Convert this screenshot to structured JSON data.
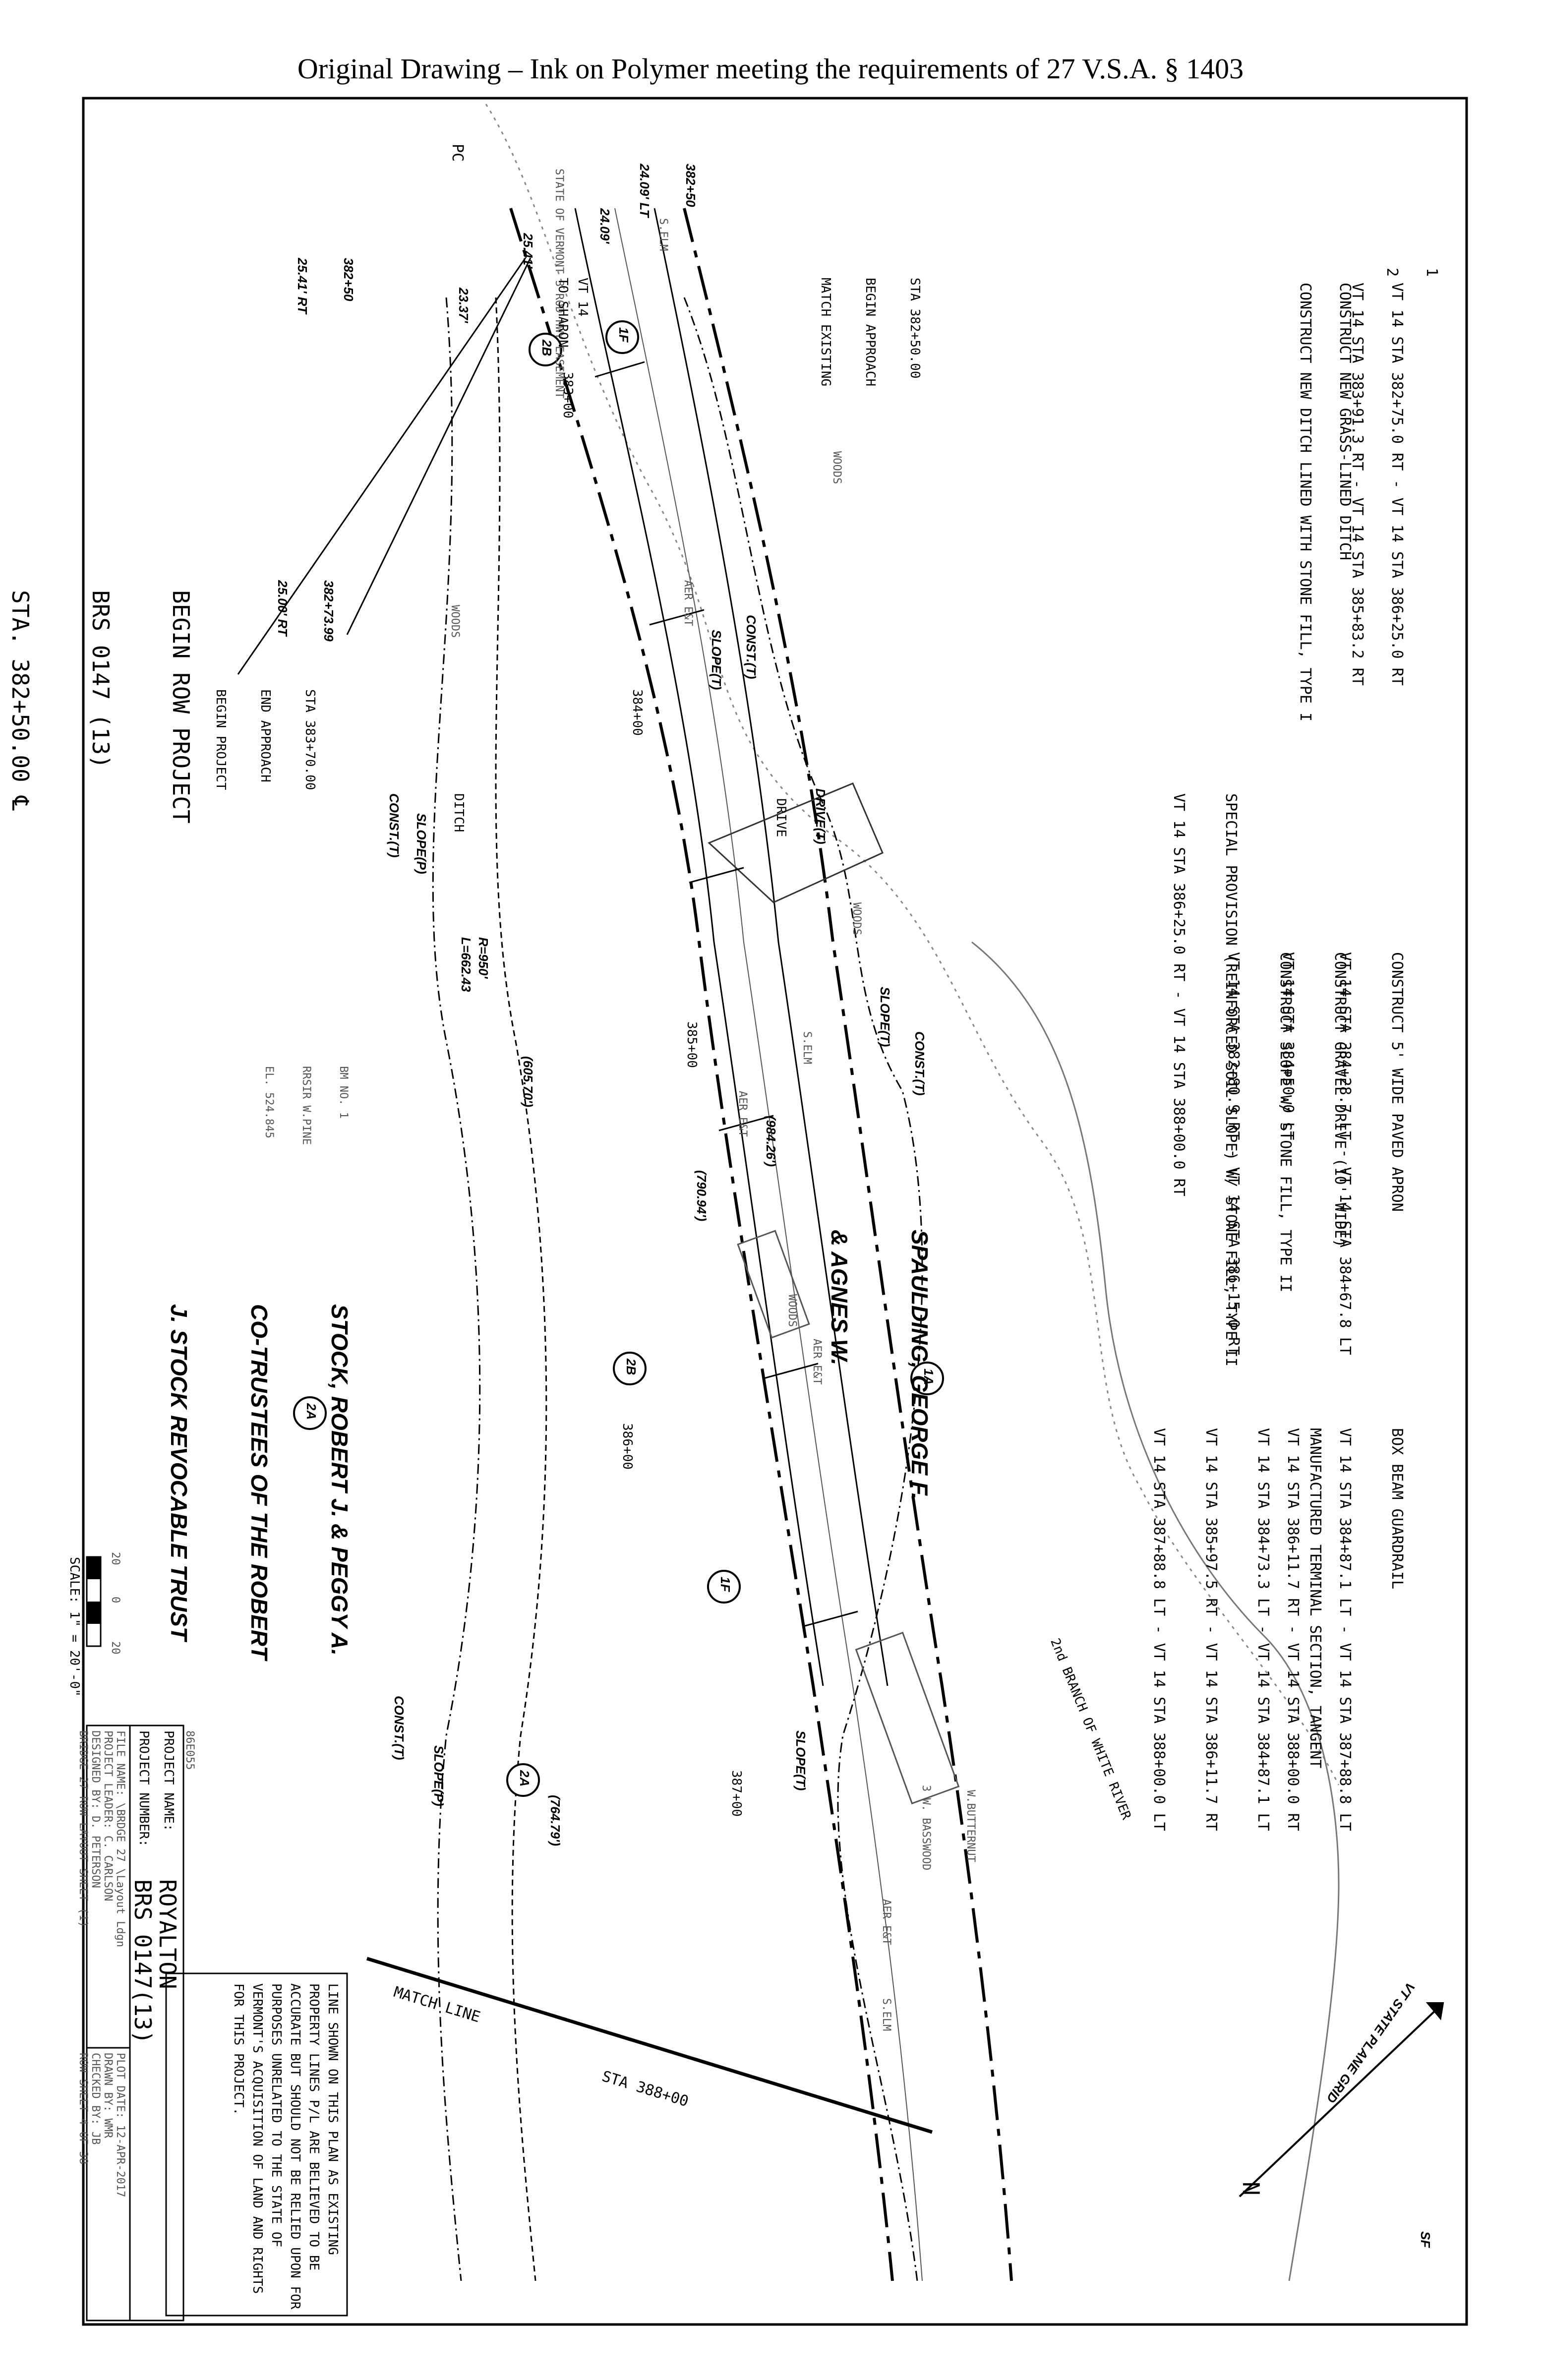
{
  "header": "Original Drawing – Ink on Polymer meeting the requirements of 27 V.S.A. § 1403",
  "notes": {
    "n1_line1": "VT 14 STA 382+75.0 RT - VT 14 STA 386+25.0 RT",
    "n1_line2": "CONSTRUCT NEW GRASS-LINED DITCH",
    "n2_line1": "VT 14 STA 383+91.3 RT - VT 14 STA 385+83.2 RT",
    "n2_line2": "CONSTRUCT NEW DITCH LINED WITH STONE FILL, TYPE I",
    "n1_marker": "1",
    "n2_marker": "2",
    "apron_title": "CONSTRUCT 5' WIDE PAVED APRON",
    "apron_sta": "VT 14 STA 384+28.7 LT - VT 14 STA 384+67.8 LT",
    "gravel_title": "CONSTRUCT GRAVEL DRIVE (10' WIDE)",
    "gravel_sta": "VT 14 STA 384+50.0 LT",
    "slope_title": "CONSTRUCT SLOPE W/ STONE FILL, TYPE II",
    "slope_sta": "VT 14 STA 382+80.9 RT - VT 14 STA 386+15.0 RT",
    "special_title": "SPECIAL PROVISION (REINFORCED SOIL SLOPE) W/ STONE FILL, TYPE II",
    "special_sta": "VT 14 STA 386+25.0 RT - VT 14 STA 388+00.0 RT",
    "guardrail_title": "BOX BEAM GUARDRAIL",
    "guardrail_sta1": "VT 14 STA 384+87.1 LT - VT 14 STA 387+88.8 LT",
    "guardrail_sta2": "VT 14 STA 386+11.7 RT - VT 14 STA 388+00.0 RT",
    "terminal_title": "MANUFACTURED TERMINAL SECTION, TANGENT",
    "terminal_sta1": "VT 14 STA 384+73.3 LT - VT 14 STA 384+87.1 LT",
    "terminal_sta2": "VT 14 STA 385+97.5 RT - VT 14 STA 386+11.7 RT",
    "terminal_sta3": "VT 14 STA 387+88.8 LT - VT 14 STA 388+00.0 LT"
  },
  "map_labels": {
    "sta_382_50": "STA 382+50.00",
    "begin_approach": "BEGIN APPROACH",
    "match_existing": "MATCH EXISTING",
    "sta_383_70": "STA 383+70.00",
    "end_approach": "END APPROACH",
    "begin_project": "BEGIN PROJECT",
    "begin_row_1": "BEGIN ROW PROJECT",
    "begin_row_2": "BRS 0147 (13)",
    "begin_row_3": "STA. 382+50.00 ℄",
    "pt_382_50_lt": "382+50",
    "pt_382_50_lt_off": "24.09' LT",
    "pt_382_50_rt": "382+50",
    "pt_382_50_rt_off": "25.41' RT",
    "pt_382_73": "382+73.99",
    "pt_382_73_off": "25.00' RT",
    "dim_24_09": "24.09'",
    "dim_25_41": "25.41'",
    "dim_23_37": "23.37'",
    "easement": "STATE OF VERMONT 3 ROD HWY EASEMENT",
    "pc": "PC",
    "vt14": "VT 14",
    "to_sharon": "TO SHARON",
    "sta383": "383+00",
    "sta384": "384+00",
    "sta385": "385+00",
    "sta386": "386+00",
    "sta387": "387+00",
    "sta388": "STA 388+00",
    "match_line": "MATCH LINE",
    "curve_r": "R=950'",
    "curve_l": "L=662.43",
    "dist_605": "(605.70')",
    "dist_790": "(790.94')",
    "dist_984": "(984.26')",
    "dist_764": "(764.79')",
    "const_t": "CONST.(T)",
    "slope_t": "SLOPE(T)",
    "slope_p": "SLOPE(P)",
    "const_t2": "CONST.(T)",
    "drive_t": "DRIVE(T)",
    "drive": "DRIVE",
    "ditch": "DITCH",
    "woods": "WOODS",
    "selm": "S.ELM",
    "bm_1": "BM NO. 1",
    "bm_2": "RRSIR W.PINE",
    "bm_3": "EL. 524.845",
    "aer_et": "AER E&T",
    "w_butternut": "W.BUTTERNUT",
    "basswood": "3 W. BASSWOOD",
    "river": "2nd BRANCH OF WHITE RIVER",
    "grid": "VT STATE PLANE GRID",
    "north": "N",
    "sf": "SF"
  },
  "parcels": {
    "p1_badge": "1A",
    "p1_line1": "SPAULDING, GEORGE F.",
    "p1_line2": "& AGNES W.",
    "p2_badge": "2A",
    "p2_line1": "STOCK, ROBERT J. & PEGGY A.",
    "p2_line2": "CO-TRUSTEES OF THE ROBERT",
    "p2_line3": "J. STOCK REVOCABLE TRUST",
    "badge_1f": "1F",
    "badge_2b": "2B",
    "badge_2a": "2A"
  },
  "scale": {
    "label": "SCALE: 1\" = 20'-0\"",
    "t20a": "20",
    "t0": "0",
    "t20b": "20"
  },
  "disclaimer": "LINE SHOWN ON THIS PLAN AS EXISTING PROPERTY LINES P/L ARE BELIEVED TO BE ACCURATE BUT SHOULD NOT BE RELIED UPON FOR PURPOSES UNRELATED TO THE STATE OF VERMONT'S ACQUISITION OF LAND AND RIGHTS FOR THIS PROJECT.",
  "title_block": {
    "sheet_code": "86E055",
    "project_name_label": "PROJECT NAME:",
    "project_name": "ROYALTON",
    "project_number_label": "PROJECT NUMBER:",
    "project_number": "BRS 0147(13)",
    "file_name": "FILE NAME: \\BRDGE 27 \\Layout Ldgn",
    "project_leader": "PROJECT LEADER: C. CARLSON",
    "designed_by": "DESIGNED BY: D. PETERSON",
    "sheet_title": "BRIDGE 27 ROW LAYOUT SHEET (1)",
    "plot_date": "PLOT DATE: 12-APR-2017",
    "drawn_by": "DRAWN BY: WMR",
    "checked_by": "CHECKED BY: JB",
    "row_sheet": "ROW SHEET 4 OF 38"
  }
}
